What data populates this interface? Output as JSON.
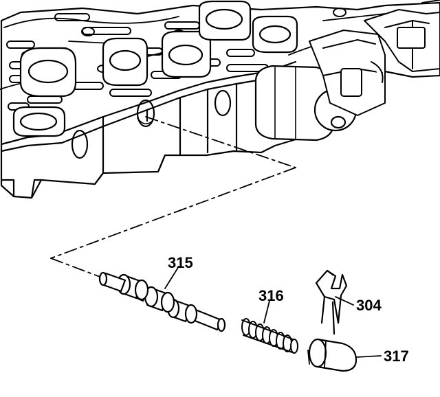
{
  "callouts": {
    "c315": "315",
    "c316": "316",
    "c304": "304",
    "c317": "317"
  },
  "colors": {
    "ink": "#000000",
    "paper": "#ffffff"
  }
}
